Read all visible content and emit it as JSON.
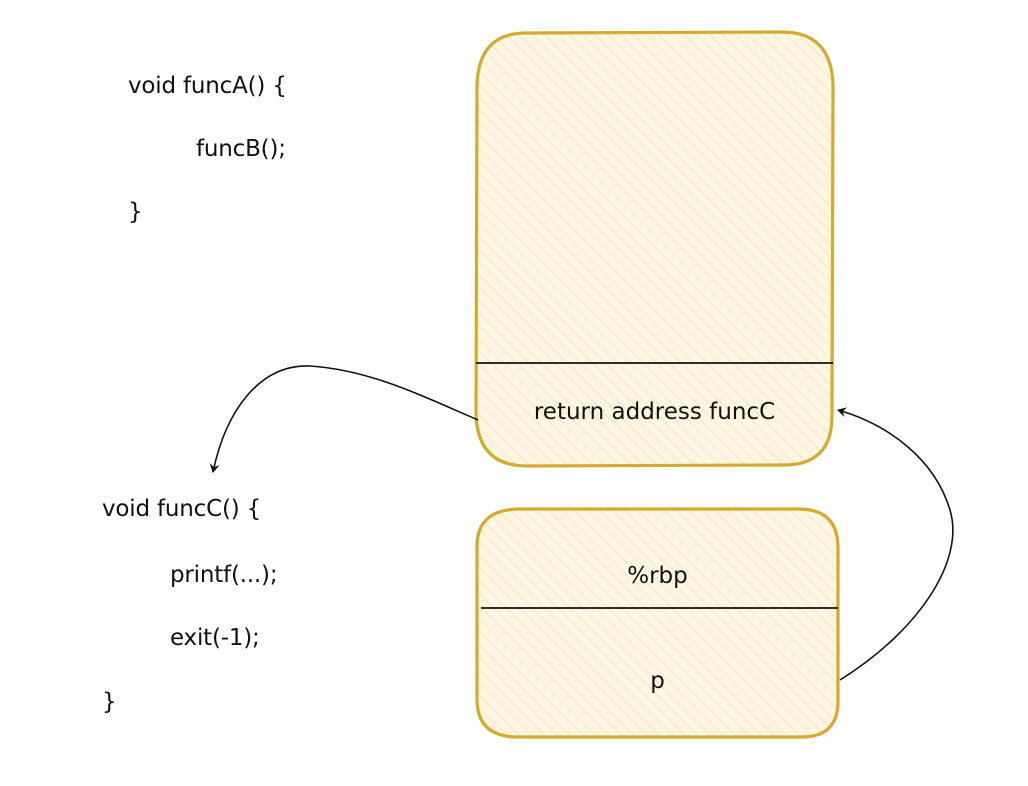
{
  "code": {
    "funcA": {
      "signature": "void funcA() {",
      "body": [
        "funcB();"
      ],
      "close": "}"
    },
    "funcC": {
      "signature": "void funcC() {",
      "body": [
        "printf(...);",
        "exit(-1);"
      ],
      "close": "}"
    }
  },
  "stack": {
    "upper_block": {
      "cells": [
        "return address funcC"
      ]
    },
    "lower_block": {
      "cells": [
        "%rbp",
        "p"
      ]
    }
  },
  "colors": {
    "block_border": "#d6aa2c",
    "block_fill": "#fdf6e3",
    "hatch": "#e9d9a8",
    "divider": "#111111",
    "arrow": "#111111",
    "text": "#111111"
  }
}
